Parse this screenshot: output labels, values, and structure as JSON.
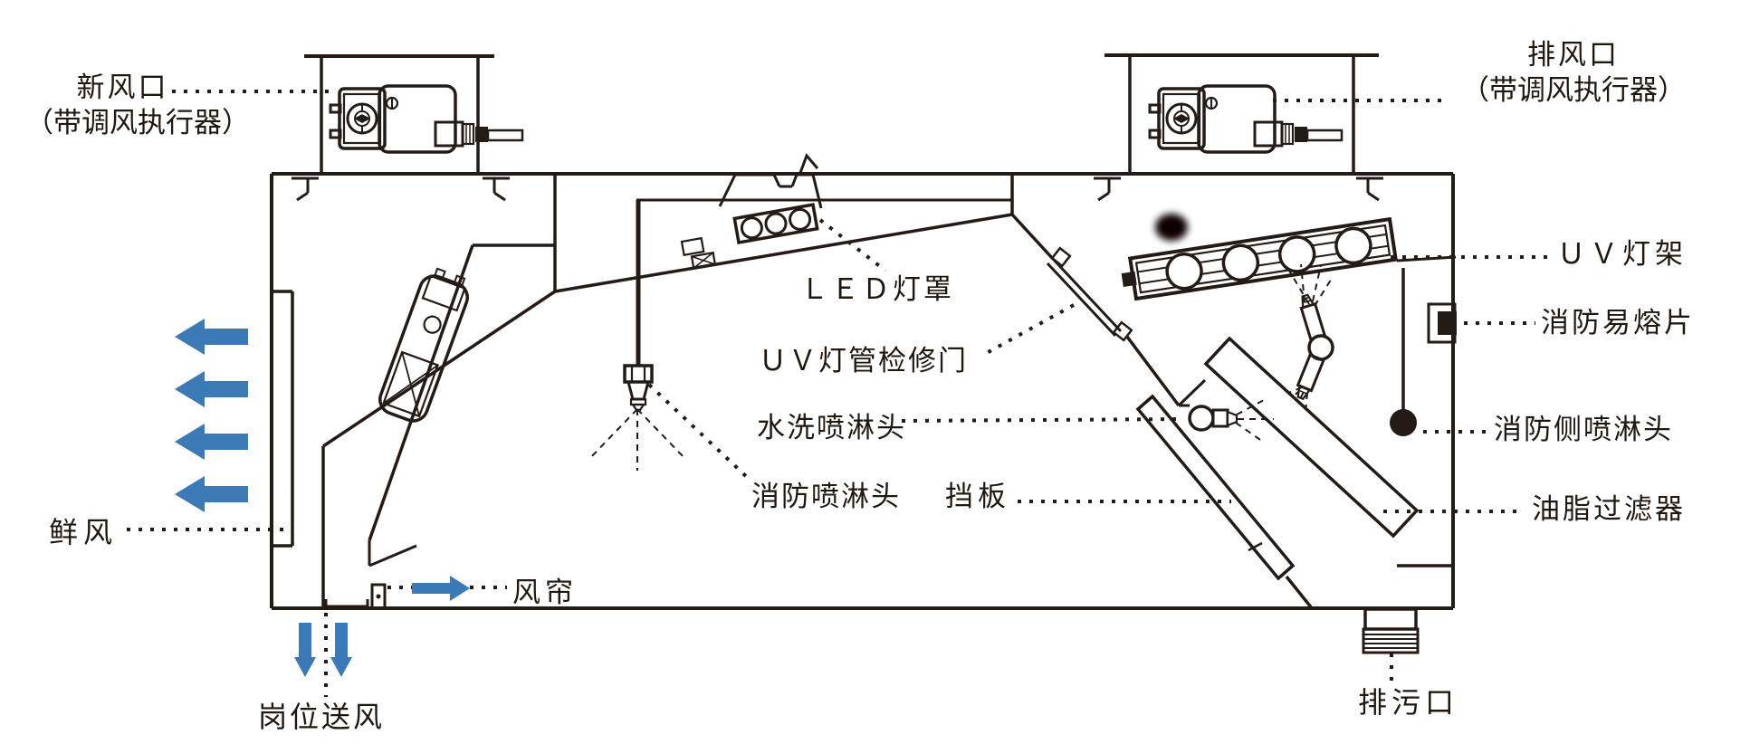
{
  "diagram_type": "kitchen-exhaust-hood-cross-section",
  "colors": {
    "line": "#241b16",
    "arrow_blue": "#3c79b7",
    "background": "#ffffff"
  },
  "labels": {
    "fresh_air_inlet": {
      "line1": "新风口",
      "line2": "（带调风执行器）"
    },
    "exhaust_outlet": {
      "line1": "排风口",
      "line2": "（带调风执行器）"
    },
    "uv_lamp_rack": "ＵＶ灯架",
    "fire_fusible_link": "消防易熔片",
    "fire_side_spray": "消防侧喷淋头",
    "grease_filter": "油脂过滤器",
    "drain_outlet": "排污口",
    "led_lamp_cover": "ＬＥＤ灯罩",
    "uv_lamp_access_door": "ＵＶ灯管检修门",
    "water_wash_spray": "水洗喷淋头",
    "fire_spray_head": "消防喷淋头",
    "baffle": "挡板",
    "fresh_air": "鲜风",
    "air_curtain": "风帘",
    "station_air_supply": "岗位送风"
  },
  "flows": {
    "fresh_air_arrows": 4,
    "station_supply_arrows": 2,
    "air_curtain_arrows": 1,
    "arrow_direction_fresh_air": "left",
    "arrow_direction_station_supply": "down",
    "arrow_direction_air_curtain": "right"
  }
}
